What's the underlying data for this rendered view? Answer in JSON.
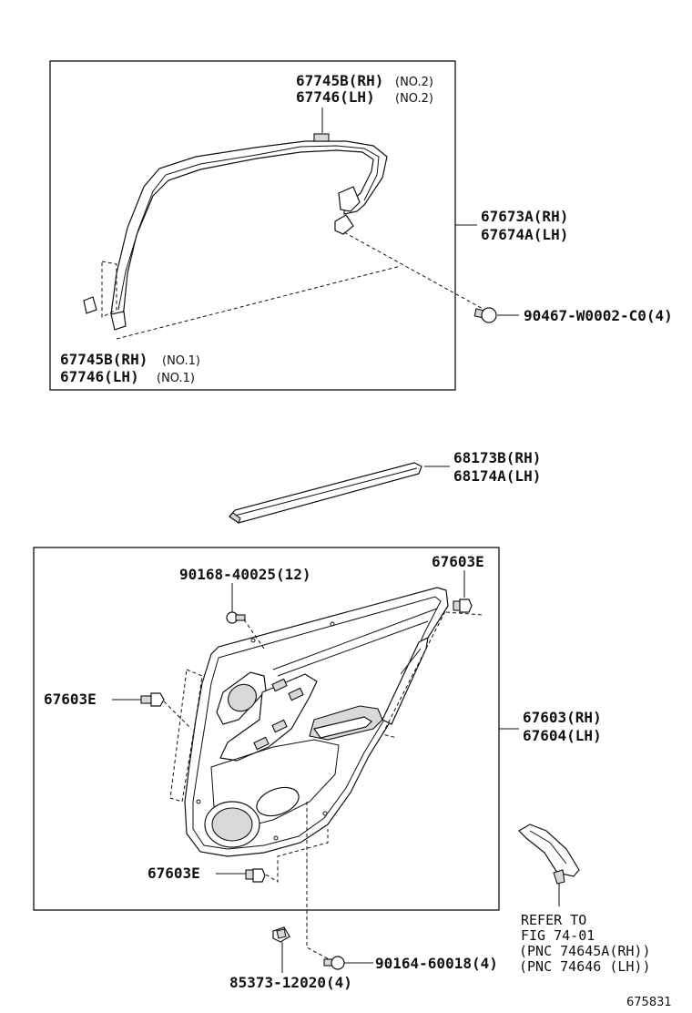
{
  "diagram": {
    "labels": {
      "weatherstrip_clip_no2_rh": "67745B(RH)",
      "weatherstrip_clip_no2_rh_note": "(NO.2)",
      "weatherstrip_clip_no2_lh": "67746(LH)",
      "weatherstrip_clip_no2_lh_note": "(NO.2)",
      "weatherstrip_rh": "67673A(RH)",
      "weatherstrip_lh": "67674A(LH)",
      "weatherstrip_screw": "90467-W0002-C0(4)",
      "weatherstrip_clip_no1_rh": "67745B(RH)",
      "weatherstrip_clip_no1_rh_note": "(NO.1)",
      "weatherstrip_clip_no1_lh": "67746(LH)",
      "weatherstrip_clip_no1_lh_note": "(NO.1)",
      "belt_molding_rh": "68173B(RH)",
      "belt_molding_lh": "68174A(LH)",
      "panel_screw": "90168-40025(12)",
      "clip_top_right": "67603E",
      "clip_left": "67603E",
      "clip_bottom": "67603E",
      "door_trim_rh": "67603(RH)",
      "door_trim_lh": "67604(LH)",
      "refer_line1": "REFER TO",
      "refer_line2": "FIG 74-01",
      "refer_line3": "(PNC 74645A(RH))",
      "refer_line4": "(PNC 74646  (LH))",
      "bottom_screw": "90164-60018(4)",
      "bottom_clip": "85373-12020(4)",
      "figure_code": "675831"
    }
  }
}
